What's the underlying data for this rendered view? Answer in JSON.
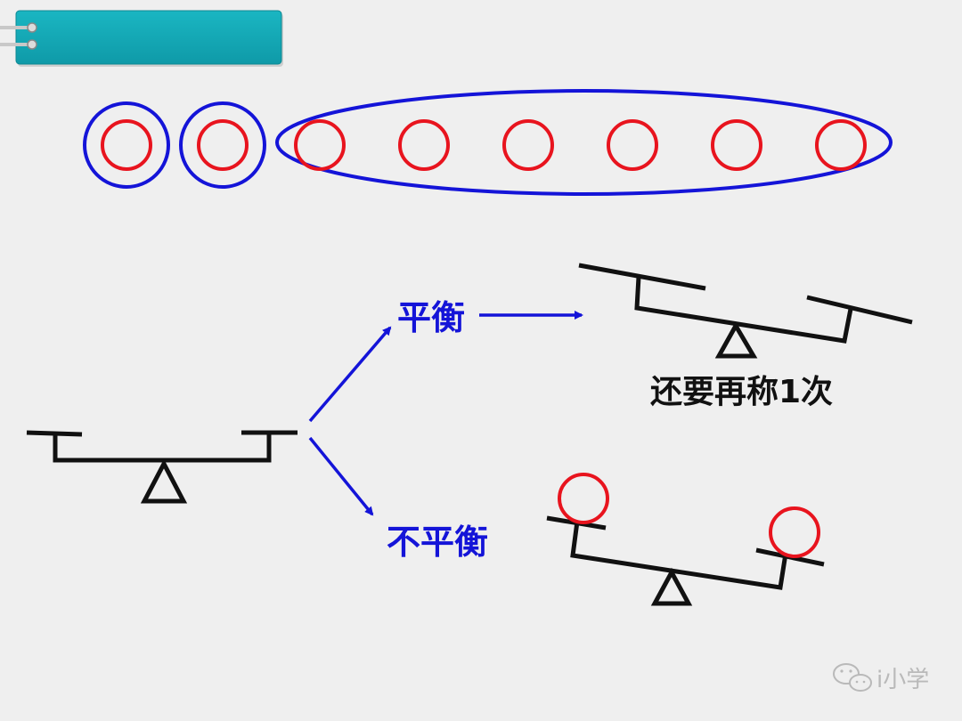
{
  "colors": {
    "background": "#efefef",
    "header_tab": "#12a8b5",
    "coin_circle": "#e8141e",
    "group_outline": "#1414d8",
    "arrow": "#1414d8",
    "scale": "#111111"
  },
  "coins": {
    "total": 8,
    "groups": [
      {
        "count": 1
      },
      {
        "count": 1
      },
      {
        "count": 6
      }
    ]
  },
  "branches": {
    "balanced": {
      "label": "平衡",
      "note": "还要再称1次"
    },
    "unbalanced": {
      "label": "不平衡"
    }
  },
  "watermark": {
    "text": "i小学",
    "icon": "wechat-icon"
  }
}
